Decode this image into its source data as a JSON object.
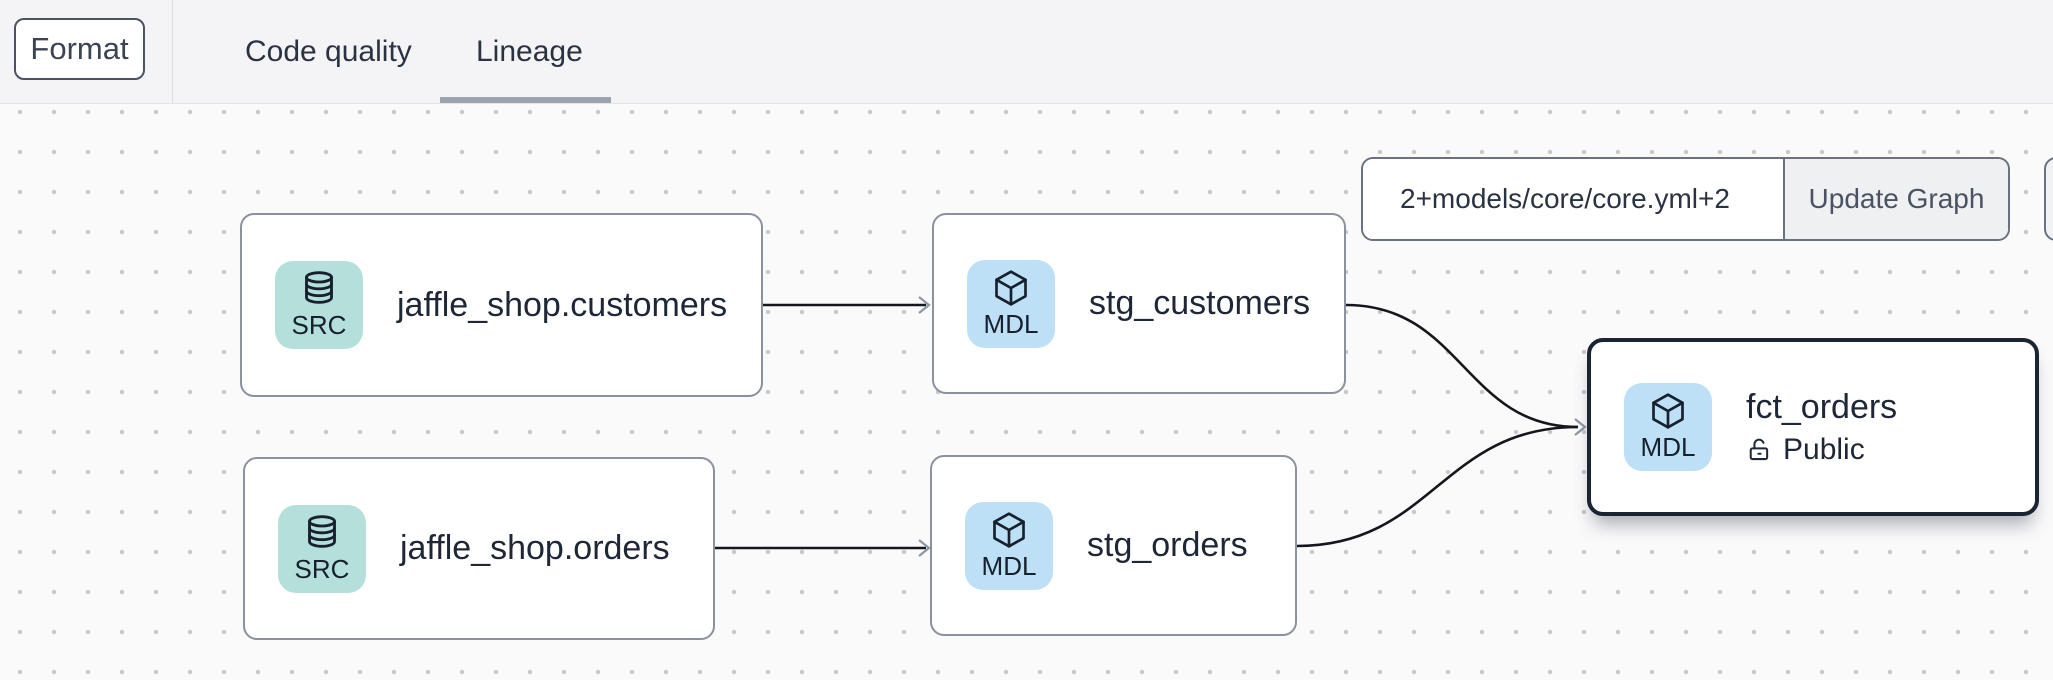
{
  "topbar": {
    "format_button": "Format",
    "tabs": [
      {
        "label": "Code quality",
        "active": false
      },
      {
        "label": "Lineage",
        "active": true
      }
    ]
  },
  "lineage": {
    "selector": {
      "value": "2+models/core/core.yml+2",
      "button": "Update Graph"
    },
    "nodes": [
      {
        "label": "jaffle_shop.customers",
        "type": "SRC",
        "icon": "database-icon"
      },
      {
        "label": "stg_customers",
        "type": "MDL",
        "icon": "cube-icon"
      },
      {
        "label": "jaffle_shop.orders",
        "type": "SRC",
        "icon": "database-icon"
      },
      {
        "label": "stg_orders",
        "type": "MDL",
        "icon": "cube-icon"
      },
      {
        "label": "fct_orders",
        "type": "MDL",
        "icon": "cube-icon",
        "access": "Public",
        "selected": true
      }
    ],
    "edges": [
      {
        "from": "jaffle_shop.customers",
        "to": "stg_customers"
      },
      {
        "from": "jaffle_shop.orders",
        "to": "stg_orders"
      },
      {
        "from": "stg_customers",
        "to": "fct_orders"
      },
      {
        "from": "stg_orders",
        "to": "fct_orders"
      }
    ]
  },
  "colors": {
    "source_icon_bg": "#b5dfdb",
    "model_icon_bg": "#bde0f6",
    "node_border": "#8b919d",
    "selected_node_border": "#1c2433",
    "text_dark": "#1f2736",
    "tab_underline": "#9ca3af",
    "topbar_bg": "#f4f4f6",
    "canvas_bg": "#fafafb"
  }
}
